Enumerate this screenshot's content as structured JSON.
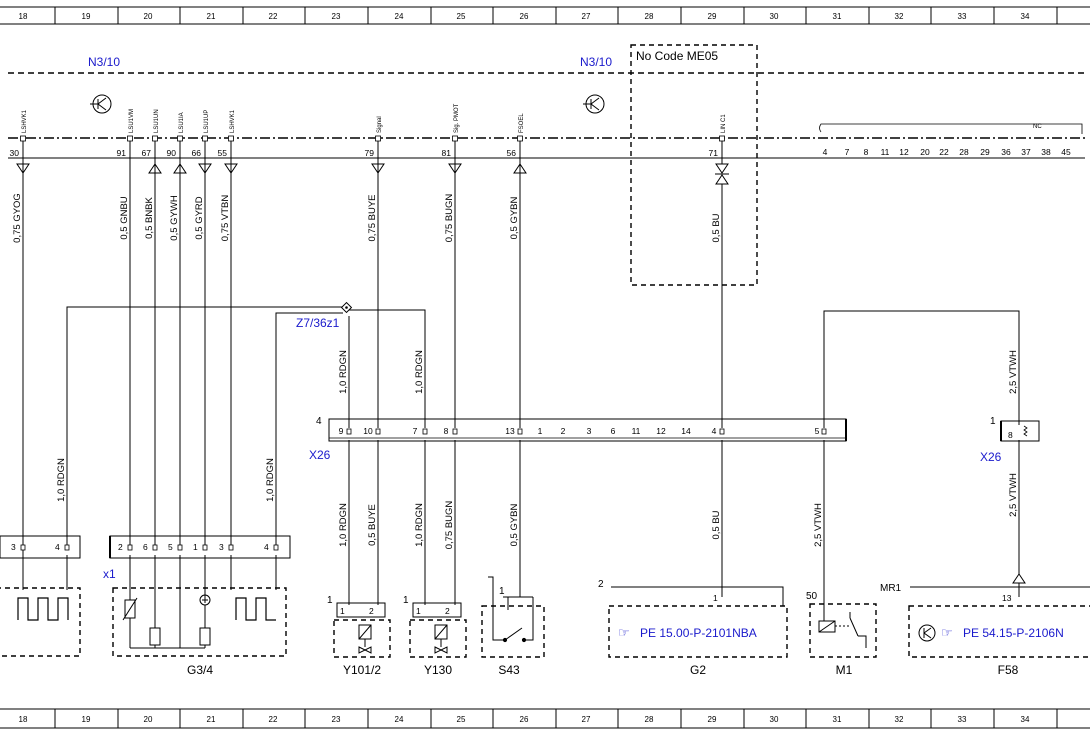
{
  "grid": {
    "columns": [
      "18",
      "19",
      "20",
      "21",
      "22",
      "23",
      "24",
      "25",
      "26",
      "27",
      "28",
      "29",
      "30",
      "31",
      "32",
      "33",
      "34"
    ]
  },
  "header": {
    "ecu_label_left": "N3/10",
    "ecu_label_right": "N3/10",
    "code_note": "No  Code ME05"
  },
  "ecu_pins": [
    {
      "name": "LSHVK1",
      "num": "30",
      "wire": "0,75 GYOG",
      "dir": "down"
    },
    {
      "name": "LSU1VM",
      "num": "91",
      "wire": "0,5 GNBU",
      "dir": "none"
    },
    {
      "name": "LSU1UN",
      "num": "67",
      "wire": "0,5 BNBK",
      "dir": "up"
    },
    {
      "name": "LSU1IA",
      "num": "90",
      "wire": "0,5 GYWH",
      "dir": "up"
    },
    {
      "name": "LSU1UP",
      "num": "66",
      "wire": "0,5 GYRD",
      "dir": "down"
    },
    {
      "name": "LSHVK1",
      "num": "55",
      "wire": "0,75 VTBN",
      "dir": "down"
    },
    {
      "name": "Signal",
      "num": "79",
      "wire": "0,75 BUYE",
      "dir": "down"
    },
    {
      "name": "Sig. PMOT",
      "num": "81",
      "wire": "0,75 BUGN",
      "dir": "down"
    },
    {
      "name": "FSOEL",
      "num": "56",
      "wire": "0,5 GYBN",
      "dir": "up"
    },
    {
      "name": "LIN C1",
      "num": "71",
      "wire": "0,5 BU",
      "dir": "both"
    }
  ],
  "nc_label": "NC",
  "nc_pins": [
    "4",
    "7",
    "8",
    "11",
    "12",
    "20",
    "22",
    "28",
    "29",
    "36",
    "37",
    "38",
    "45"
  ],
  "splice": {
    "label": "Z7/36z1",
    "wire_left": "1,0 RDGN",
    "wire_mid": "1,0 RDGN",
    "wire_right": "1,0 RDGN"
  },
  "x26_main": {
    "label": "X26",
    "pin_count": "4",
    "pins": [
      "9",
      "10",
      "7",
      "8",
      "13",
      "1",
      "2",
      "3",
      "6",
      "11",
      "12",
      "14",
      "4",
      "5"
    ],
    "wires_below": [
      "1,0 RDGN",
      "0,5 BUYE",
      "1,0 RDGN",
      "0,75 BUGN",
      "0,5 GYBN",
      "0,5 BU",
      "2,5 VTWH"
    ]
  },
  "x26_right": {
    "label": "X26",
    "pin_count": "1",
    "pin": "8",
    "wire_top": "2,5 VTWH",
    "wire_bottom": "2,5 VTWH"
  },
  "x1": {
    "label": "x1",
    "pins": [
      "3",
      "4",
      "2",
      "6",
      "5",
      "1",
      "3",
      "4"
    ]
  },
  "components": {
    "g34": "G3/4",
    "y1012": "Y101/2",
    "y130": "Y130",
    "s43": "S43",
    "g2": "G2",
    "m1": "M1",
    "f58": "F58"
  },
  "connector_nums": {
    "y1012_count": "1",
    "y1012_pins": [
      "1",
      "2"
    ],
    "y130_count": "1",
    "y130_pins": [
      "1",
      "2"
    ],
    "s43_count": "1",
    "g2_count": "2",
    "g2_pin": "1",
    "m1_count": "50",
    "f58_count": "MR1",
    "f58_pin": "13"
  },
  "refs": {
    "g2_ref": "PE 15.00-P-2101NBA",
    "f58_ref": "PE 54.15-P-2106N"
  },
  "ref_icon": "pointing-hand-icon",
  "colors": {
    "line": "#000000",
    "label_blue": "#1a1acc",
    "grid": "#000000"
  }
}
